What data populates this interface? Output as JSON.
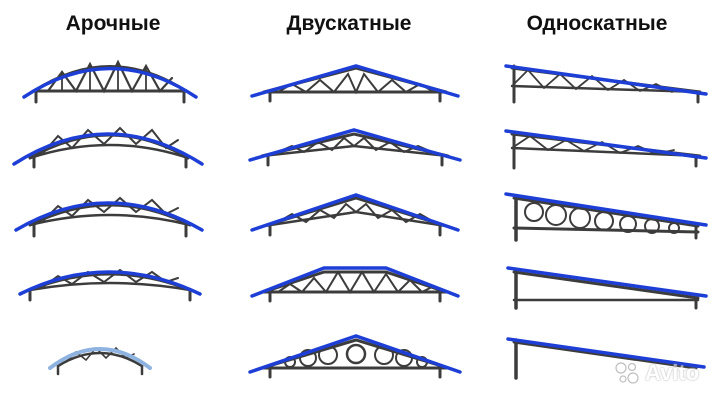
{
  "columns": [
    {
      "title": "Арочные"
    },
    {
      "title": "Двускатные"
    },
    {
      "title": "Односкатные"
    }
  ],
  "watermark": {
    "text": "Avito",
    "icon": "avito-logo-icon"
  },
  "colors": {
    "roof": "#1e3fd6",
    "steel": "#3c3c3c",
    "light_roof": "#8fb3e0"
  }
}
